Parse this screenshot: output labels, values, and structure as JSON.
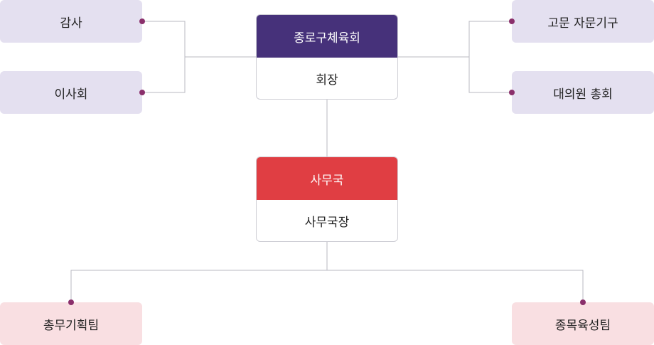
{
  "colors": {
    "president_header": "#46317a",
    "secretariat_header": "#e03e43",
    "side_box": "#e4e0f0",
    "team_box": "#f9dfe2",
    "dot": "#8a2f6b",
    "line": "#b9b9c2"
  },
  "top": {
    "title": "종로구체육회",
    "role": "회장"
  },
  "secretariat": {
    "title": "사무국",
    "role": "사무국장"
  },
  "left": {
    "audit": "감사",
    "board": "이사회"
  },
  "right": {
    "advisory": "고문 자문기구",
    "assembly": "대의원 총회"
  },
  "teams": {
    "planning": "총무기획팀",
    "development": "종목육성팀"
  }
}
